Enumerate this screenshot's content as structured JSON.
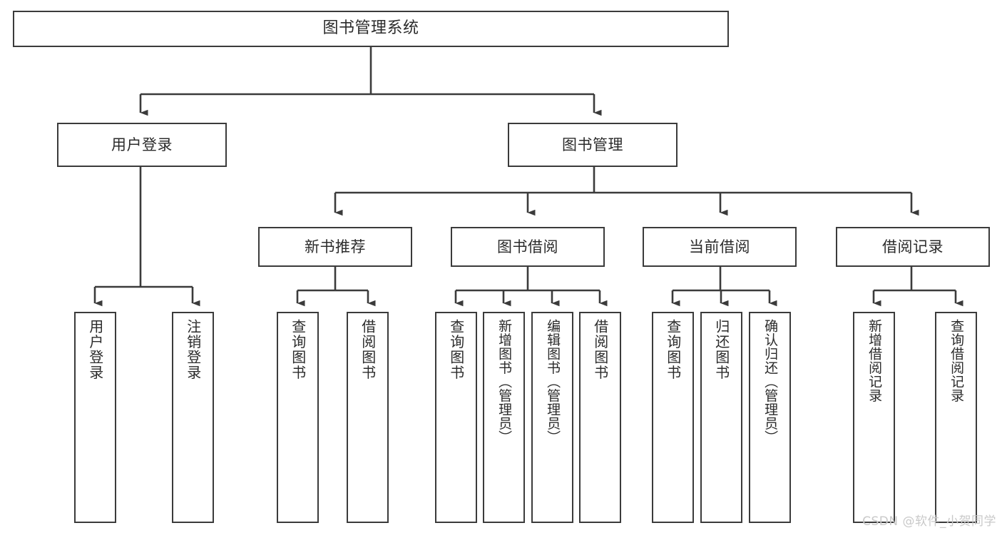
{
  "diagram": {
    "type": "tree",
    "title": "图书管理系统",
    "orientation": "top-down",
    "root": {
      "label": "图书管理系统"
    },
    "level2": [
      {
        "label": "用户登录"
      },
      {
        "label": "图书管理"
      }
    ],
    "level3": [
      {
        "label": "新书推荐"
      },
      {
        "label": "图书借阅"
      },
      {
        "label": "当前借阅"
      },
      {
        "label": "借阅记录"
      }
    ],
    "leaves": {
      "user_login": [
        {
          "label": "用户登录"
        },
        {
          "label": "注销登录"
        }
      ],
      "new_book_recommend": [
        {
          "label": "查询图书"
        },
        {
          "label": "借阅图书"
        }
      ],
      "book_borrow": [
        {
          "label": "查询图书"
        },
        {
          "label": "新增图书（管理员）"
        },
        {
          "label": "编辑图书（管理员）"
        },
        {
          "label": "借阅图书"
        }
      ],
      "current_borrow": [
        {
          "label": "查询图书"
        },
        {
          "label": "归还图书"
        },
        {
          "label": "确认归还（管理员）"
        }
      ],
      "borrow_record": [
        {
          "label": "新增借阅记录"
        },
        {
          "label": "查询借阅记录"
        }
      ]
    }
  },
  "watermark": {
    "text": "CSDN @软件_小贺同学"
  },
  "colors": {
    "stroke": "#3b3b3b",
    "fill": "#ffffff",
    "text": "#2b2b2b",
    "watermark": "#c9c9c9"
  }
}
